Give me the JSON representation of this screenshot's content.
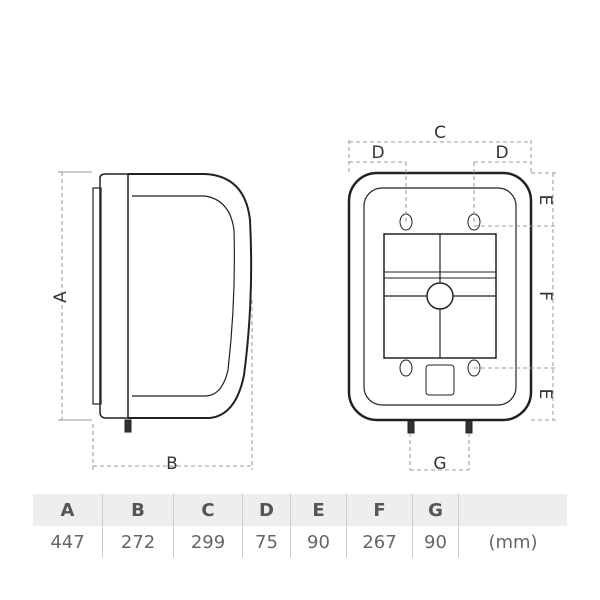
{
  "diagram": {
    "side_labels": {
      "height": "A",
      "depth": "B"
    },
    "front_labels": {
      "width": "C",
      "bracket_offset": "D",
      "edge_offset": "E",
      "bracket_spacing": "F",
      "pipe_spacing": "G"
    }
  },
  "table": {
    "headers": [
      "A",
      "B",
      "C",
      "D",
      "E",
      "F",
      "G",
      ""
    ],
    "values": [
      "447",
      "272",
      "299",
      "75",
      "90",
      "267",
      "90",
      "(mm)"
    ]
  }
}
